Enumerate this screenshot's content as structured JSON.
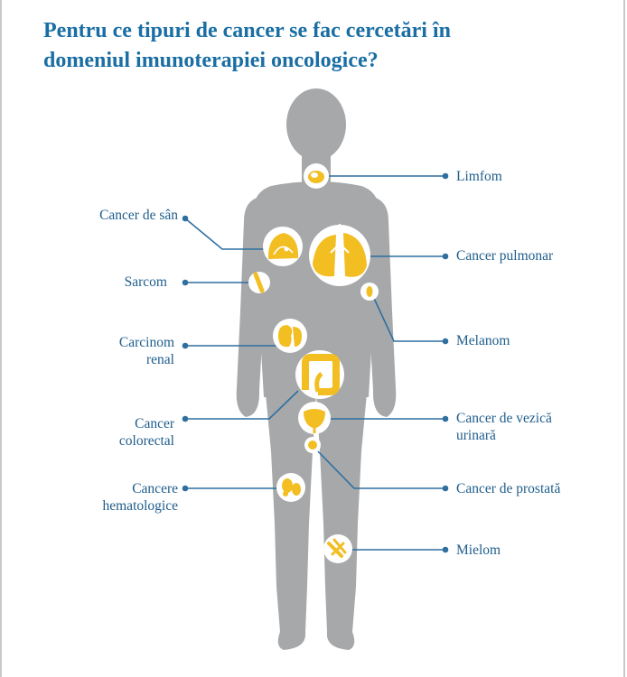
{
  "title": {
    "line1": "Pentru ce tipuri de cancer se fac cercetări în",
    "line2": "domeniul imunoterapiei oncologice?"
  },
  "colors": {
    "title": "#1a6ea4",
    "label": "#1f5d8c",
    "connector": "#2f6f9f",
    "body": "#a6a8aa",
    "organ": "#f2be22",
    "organ_background": "#ffffff"
  },
  "labels": {
    "left": [
      {
        "id": "cancer-de-san",
        "lines": [
          "Cancer de sân"
        ],
        "icon": "breast-icon"
      },
      {
        "id": "sarcom",
        "lines": [
          "Sarcom"
        ],
        "icon": "bone-arm-icon"
      },
      {
        "id": "carcinom-renal",
        "lines": [
          "Carcinom",
          "renal"
        ],
        "icon": "kidney-icon"
      },
      {
        "id": "cancer-colorectal",
        "lines": [
          "Cancer",
          "colorectal"
        ],
        "icon": "colon-icon"
      },
      {
        "id": "cancere-hematologice",
        "lines": [
          "Cancere",
          "hematologice"
        ],
        "icon": "blood-cells-icon"
      }
    ],
    "right": [
      {
        "id": "limfom",
        "lines": [
          "Limfom"
        ],
        "icon": "lymph-node-icon"
      },
      {
        "id": "cancer-pulmonar",
        "lines": [
          "Cancer pulmonar"
        ],
        "icon": "lungs-icon"
      },
      {
        "id": "melanom",
        "lines": [
          "Melanom"
        ],
        "icon": "skin-lesion-icon"
      },
      {
        "id": "cancer-vezica-urinara",
        "lines": [
          "Cancer de vezică",
          "urinară"
        ],
        "icon": "bladder-icon"
      },
      {
        "id": "cancer-prostata",
        "lines": [
          "Cancer de prostată"
        ],
        "icon": "prostate-icon"
      },
      {
        "id": "mielom",
        "lines": [
          "Mielom"
        ],
        "icon": "bone-marrow-icon"
      }
    ]
  }
}
